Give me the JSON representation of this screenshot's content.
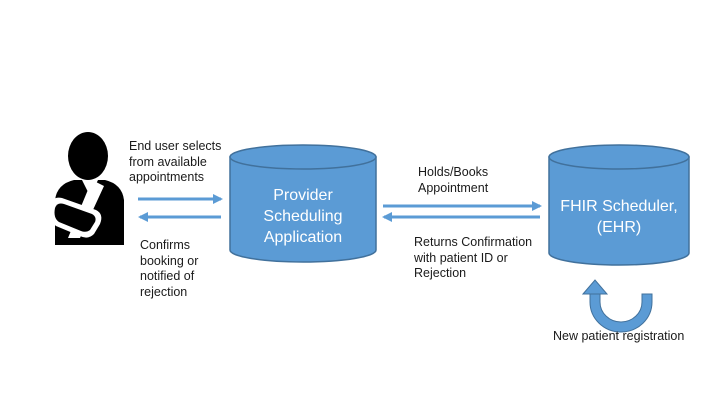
{
  "labels": {
    "user_selects": "End user selects\nfrom available\nappointments",
    "confirms": "Confirms\nbooking or\nnotified of\nrejection",
    "holds_books": "Holds/Books\nAppointment",
    "returns_confirmation": "Returns Confirmation\nwith patient ID or\nRejection",
    "new_patient": "New patient registration"
  },
  "nodes": {
    "provider_app": "Provider\nScheduling\nApplication",
    "fhir_scheduler": "FHIR Scheduler,\n(EHR)"
  },
  "colors": {
    "cylinder_fill": "#5b9bd5",
    "cylinder_stroke": "#41719c",
    "arrow": "#5b9bd5",
    "person": "#000000"
  },
  "icons": {
    "end_user": "person-with-arm-sling-icon",
    "loop": "circular-arrow-icon"
  }
}
